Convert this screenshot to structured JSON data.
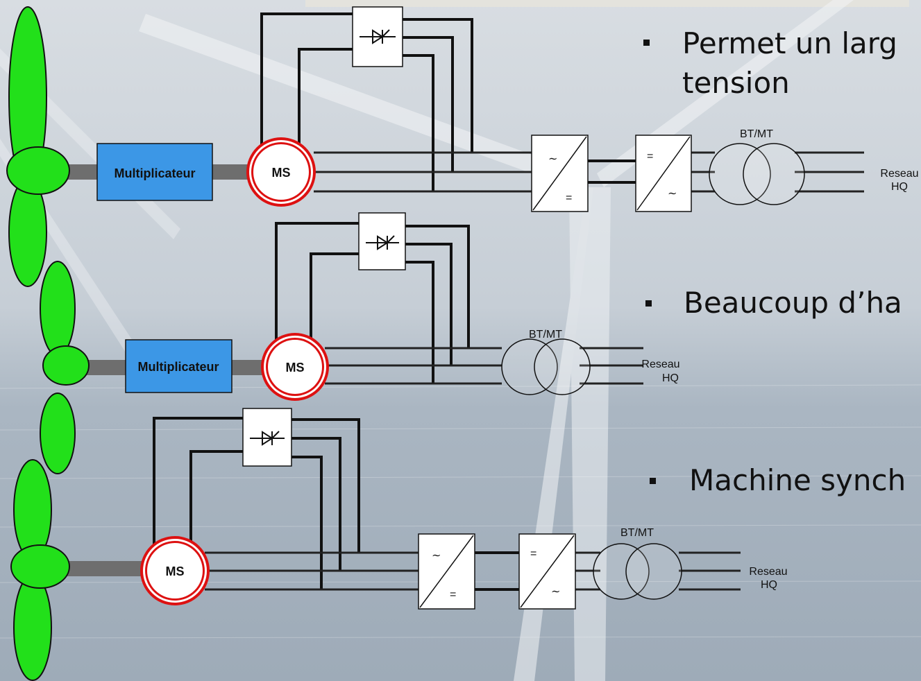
{
  "bullets": [
    {
      "line1": "Permet un larg",
      "line2": "tension"
    },
    {
      "line1": "Beaucoup d’ha"
    },
    {
      "line1": "Machine synch"
    }
  ],
  "diagram_labels": {
    "gearbox": "Multiplicateur",
    "machine": "MS",
    "transformer": "BT/MT",
    "grid_line1": "Reseau",
    "grid_line2": "HQ",
    "ac_symbol": "∼",
    "dc_symbol": "="
  },
  "colors": {
    "blade": "#22e01a",
    "gearbox": "#3c97e6",
    "machine_ring": "#dd1111",
    "shaft": "#6e6e6e"
  }
}
